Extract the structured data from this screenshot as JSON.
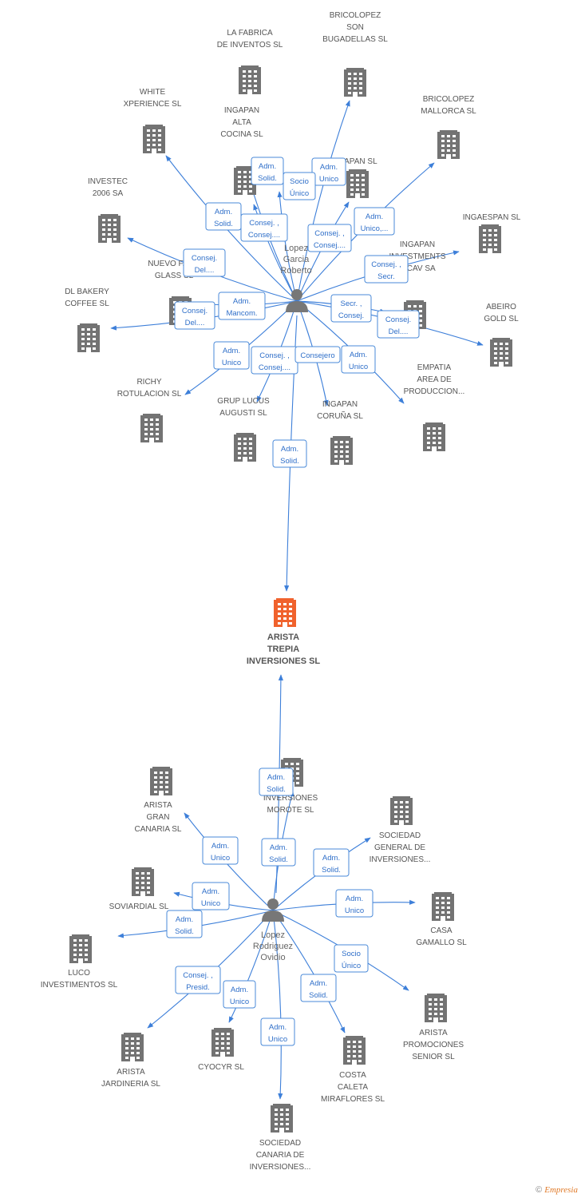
{
  "colors": {
    "edge": "#3d7fd9",
    "company": "#737373",
    "focus": "#f0622d",
    "person": "#777777"
  },
  "focus_company": {
    "name": [
      "ARISTA",
      "TREPIA",
      "INVERSIONES SL"
    ]
  },
  "persons": [
    {
      "id": "p1",
      "name": [
        "Lopez",
        "Garcia",
        "Roberto"
      ]
    },
    {
      "id": "p2",
      "name": [
        "Lopez",
        "Rodriguez",
        "Ovidio"
      ]
    }
  ],
  "companies": [
    {
      "id": "c1",
      "name": [
        "LA FABRICA",
        "DE INVENTOS SL"
      ]
    },
    {
      "id": "c2",
      "name": [
        "BRICOLOPEZ",
        "SON",
        "BUGADELLAS SL"
      ]
    },
    {
      "id": "c3",
      "name": [
        "WHITE",
        "XPERIENCE SL"
      ]
    },
    {
      "id": "c4",
      "name": [
        "BRICOLOPEZ",
        "MALLORCA SL"
      ]
    },
    {
      "id": "c5",
      "name": [
        "INGAPAN",
        "ALTA",
        "COCINA SL"
      ]
    },
    {
      "id": "c6",
      "name": [
        "INGAPAN SL"
      ]
    },
    {
      "id": "c7",
      "name": [
        "INVESTEC",
        "2006 SA"
      ]
    },
    {
      "id": "c8",
      "name": [
        "INGAESPAN SL"
      ]
    },
    {
      "id": "c9",
      "name": [
        "NUEVO FARO",
        "GLASS SL"
      ]
    },
    {
      "id": "c10",
      "name": [
        "INGAPAN",
        "INVESTMENTS",
        "SICAV SA"
      ]
    },
    {
      "id": "c11",
      "name": [
        "DL BAKERY",
        "COFFEE SL"
      ]
    },
    {
      "id": "c12",
      "name": [
        "ABEIRO",
        "GOLD SL"
      ]
    },
    {
      "id": "c13",
      "name": [
        "RICHY",
        "ROTULACION SL"
      ]
    },
    {
      "id": "c14",
      "name": [
        "GRUP LUCUS",
        "AUGUSTI SL"
      ]
    },
    {
      "id": "c15",
      "name": [
        "INGAPAN",
        "CORUÑA SL"
      ]
    },
    {
      "id": "c16",
      "name": [
        "EMPATIA",
        "AREA DE",
        "PRODUCCION..."
      ]
    },
    {
      "id": "c17",
      "name": [
        "INVERSIONES",
        "MOROTE SL"
      ]
    },
    {
      "id": "c18",
      "name": [
        "ARISTA",
        "GRAN",
        "CANARIA SL"
      ]
    },
    {
      "id": "c19",
      "name": [
        "SOCIEDAD",
        "GENERAL DE",
        "INVERSIONES..."
      ]
    },
    {
      "id": "c20",
      "name": [
        "SOVIARDIAL SL"
      ]
    },
    {
      "id": "c21",
      "name": [
        "CASA",
        "GAMALLO SL"
      ]
    },
    {
      "id": "c22",
      "name": [
        "LUCO",
        "INVESTIMENTOS SL"
      ]
    },
    {
      "id": "c23",
      "name": [
        "ARISTA",
        "PROMOCIONES",
        "SENIOR SL"
      ]
    },
    {
      "id": "c24",
      "name": [
        "ARISTA",
        "JARDINERIA SL"
      ]
    },
    {
      "id": "c25",
      "name": [
        "CYOCYR SL"
      ]
    },
    {
      "id": "c26",
      "name": [
        "COSTA",
        "CALETA",
        "MIRAFLORES  SL"
      ]
    },
    {
      "id": "c27",
      "name": [
        "SOCIEDAD",
        "CANARIA DE",
        "INVERSIONES..."
      ]
    }
  ],
  "relations": [
    {
      "from": "p1",
      "to": "c1",
      "label": [
        "Adm.",
        "Solid."
      ]
    },
    {
      "from": "p1",
      "to": "c2",
      "label": [
        "Adm.",
        "Unico"
      ]
    },
    {
      "from": "p1",
      "to": "c3",
      "label": [
        "Adm.",
        "Solid."
      ]
    },
    {
      "from": "p1",
      "to": "c4",
      "label": [
        "Adm.",
        "Unico,..."
      ]
    },
    {
      "from": "p1",
      "to": "c5",
      "label": [
        "Consej. ,",
        "Consej...."
      ]
    },
    {
      "from": "p1",
      "to": "c6",
      "label": [
        "Consej. ,",
        "Consej...."
      ]
    },
    {
      "from": "p1",
      "to": "c7",
      "label": [
        "Consej.",
        "Del...."
      ]
    },
    {
      "from": "p1",
      "to": "c8",
      "label": [
        "Consej. ,",
        "Secr."
      ]
    },
    {
      "from": "p1",
      "to": "c9",
      "label": [
        "Adm.",
        "Mancom."
      ]
    },
    {
      "from": "p1",
      "to": "c10",
      "label": [
        "Secr. ,",
        "Consej."
      ]
    },
    {
      "from": "p1",
      "to": "c11",
      "label": [
        "Consej.",
        "Del...."
      ]
    },
    {
      "from": "p1",
      "to": "c12",
      "label": [
        "Consej.",
        "Del...."
      ]
    },
    {
      "from": "p1",
      "to": "c13",
      "label": [
        "Adm.",
        "Unico"
      ]
    },
    {
      "from": "p1",
      "to": "c14",
      "label": [
        "Consej. ,",
        "Consej...."
      ]
    },
    {
      "from": "p1",
      "to": "c15",
      "label": [
        "Consejero"
      ]
    },
    {
      "from": "p1",
      "to": "c16",
      "label": [
        "Adm.",
        "Unico"
      ]
    },
    {
      "from": "p1",
      "to": "focus",
      "label": [
        "Adm.",
        "Solid."
      ]
    },
    {
      "from": "p1",
      "to": "c1",
      "label": [
        "Socio",
        "Único"
      ]
    },
    {
      "from": "p2",
      "to": "focus",
      "label": [
        "Adm.",
        "Solid."
      ]
    },
    {
      "from": "p2",
      "to": "c17",
      "label": [
        "Adm.",
        "Solid."
      ]
    },
    {
      "from": "p2",
      "to": "c18",
      "label": [
        "Adm.",
        "Unico"
      ]
    },
    {
      "from": "p2",
      "to": "c19",
      "label": [
        "Adm.",
        "Solid."
      ]
    },
    {
      "from": "p2",
      "to": "c20",
      "label": [
        "Adm.",
        "Unico"
      ]
    },
    {
      "from": "p2",
      "to": "c21",
      "label": [
        "Adm.",
        "Unico"
      ]
    },
    {
      "from": "p2",
      "to": "c22",
      "label": [
        "Adm.",
        "Solid."
      ]
    },
    {
      "from": "p2",
      "to": "c23",
      "label": [
        "Socio",
        "Único"
      ]
    },
    {
      "from": "p2",
      "to": "c24",
      "label": [
        "Consej. ,",
        "Presid."
      ]
    },
    {
      "from": "p2",
      "to": "c25",
      "label": [
        "Adm.",
        "Unico"
      ]
    },
    {
      "from": "p2",
      "to": "c26",
      "label": [
        "Adm.",
        "Solid."
      ]
    },
    {
      "from": "p2",
      "to": "c27",
      "label": [
        "Adm.",
        "Unico"
      ]
    }
  ],
  "footer": {
    "copyright": "©",
    "brand": "Empresia"
  }
}
